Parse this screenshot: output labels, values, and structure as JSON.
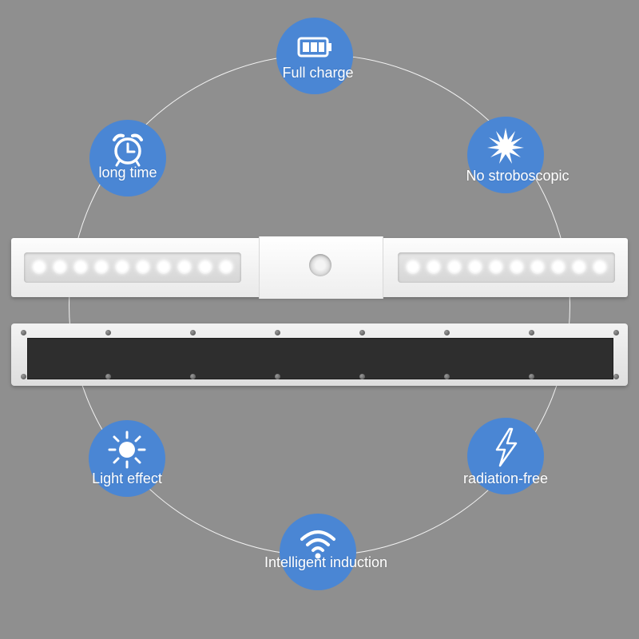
{
  "features": [
    {
      "id": "full-charge",
      "label": "Full charge",
      "icon": "battery-icon"
    },
    {
      "id": "long-time",
      "label": "long time",
      "icon": "alarm-clock-icon"
    },
    {
      "id": "no-stroboscopic",
      "label": "No stroboscopic",
      "icon": "starburst-icon"
    },
    {
      "id": "light-effect",
      "label": "Light effect",
      "icon": "sun-icon"
    },
    {
      "id": "radiation-free",
      "label": "radiation-free",
      "icon": "lightning-icon"
    },
    {
      "id": "intelligent-induction",
      "label": "Intelligent induction",
      "icon": "wifi-signal-icon"
    }
  ],
  "colors": {
    "background": "#8f8f8f",
    "badge": "#4a86d4",
    "ring": "#f2f2f2",
    "text": "#ffffff"
  }
}
